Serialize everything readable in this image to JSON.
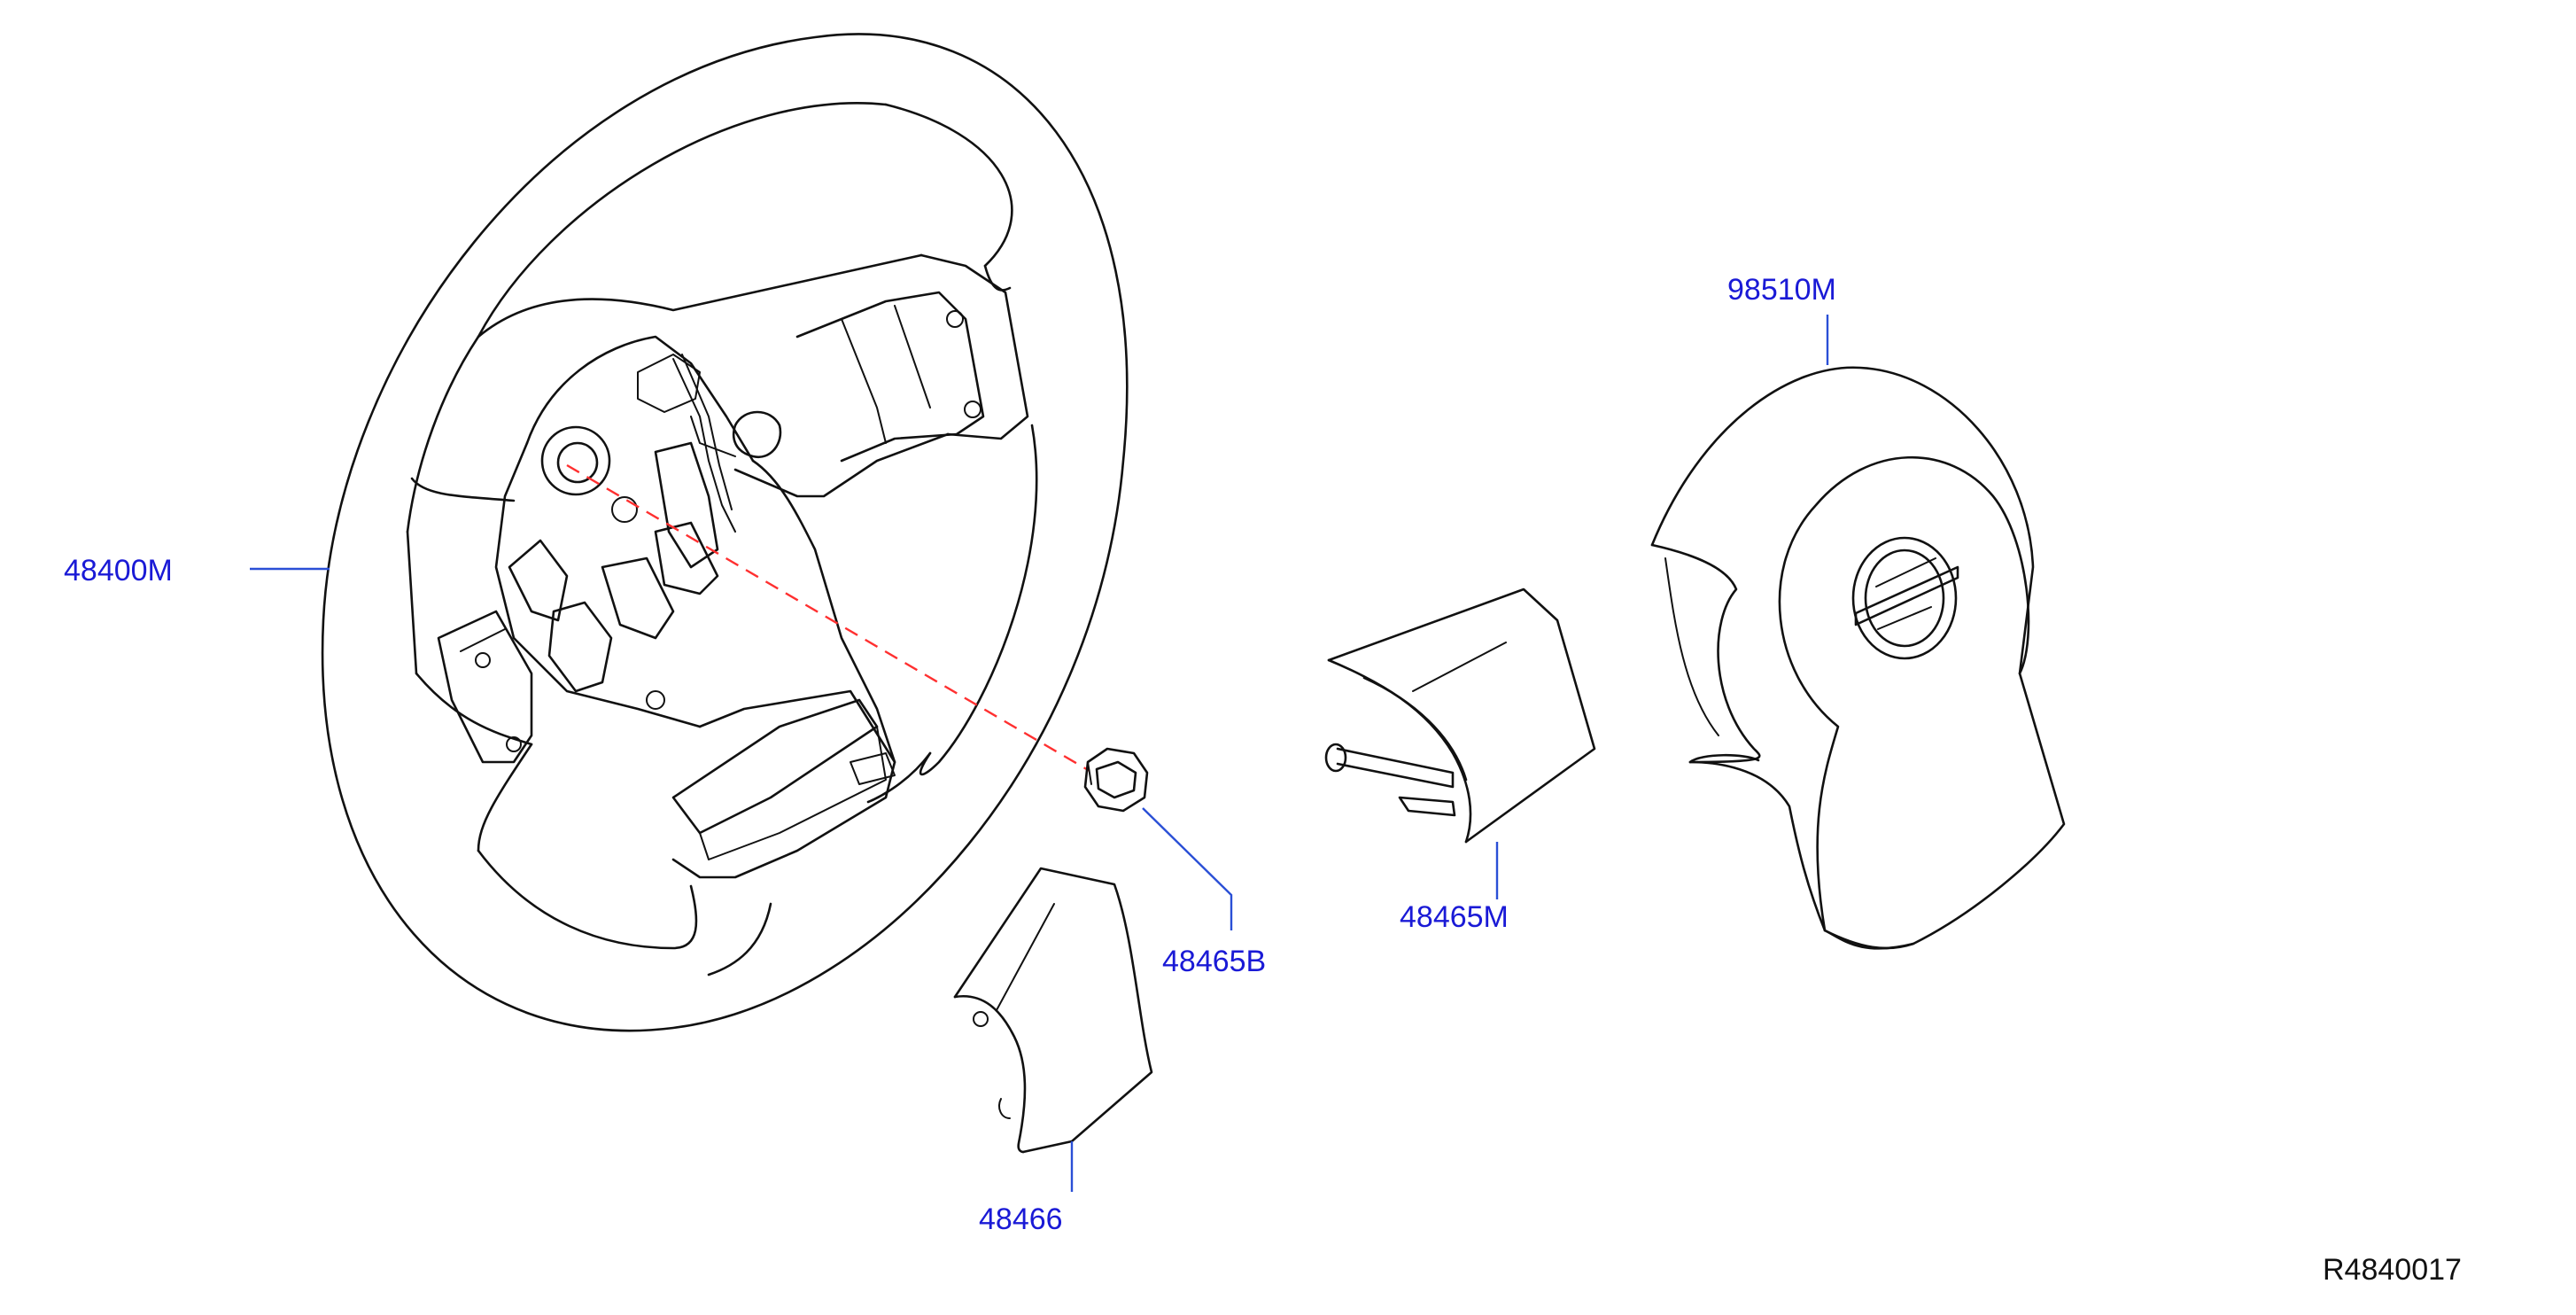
{
  "diagram": {
    "parts": [
      {
        "id": "steering-wheel",
        "label": "48400M"
      },
      {
        "id": "airbag-module",
        "label": "98510M"
      },
      {
        "id": "lower-finisher-right",
        "label": "48465M"
      },
      {
        "id": "nut",
        "label": "48465B"
      },
      {
        "id": "lower-finisher-left",
        "label": "48466"
      }
    ],
    "drawing_id": "R4840017",
    "colors": {
      "label": "#1a1ad6",
      "leader": "#2a4fd6",
      "outline": "#111111",
      "center_axis": "#ff3030",
      "background": "#ffffff"
    }
  }
}
